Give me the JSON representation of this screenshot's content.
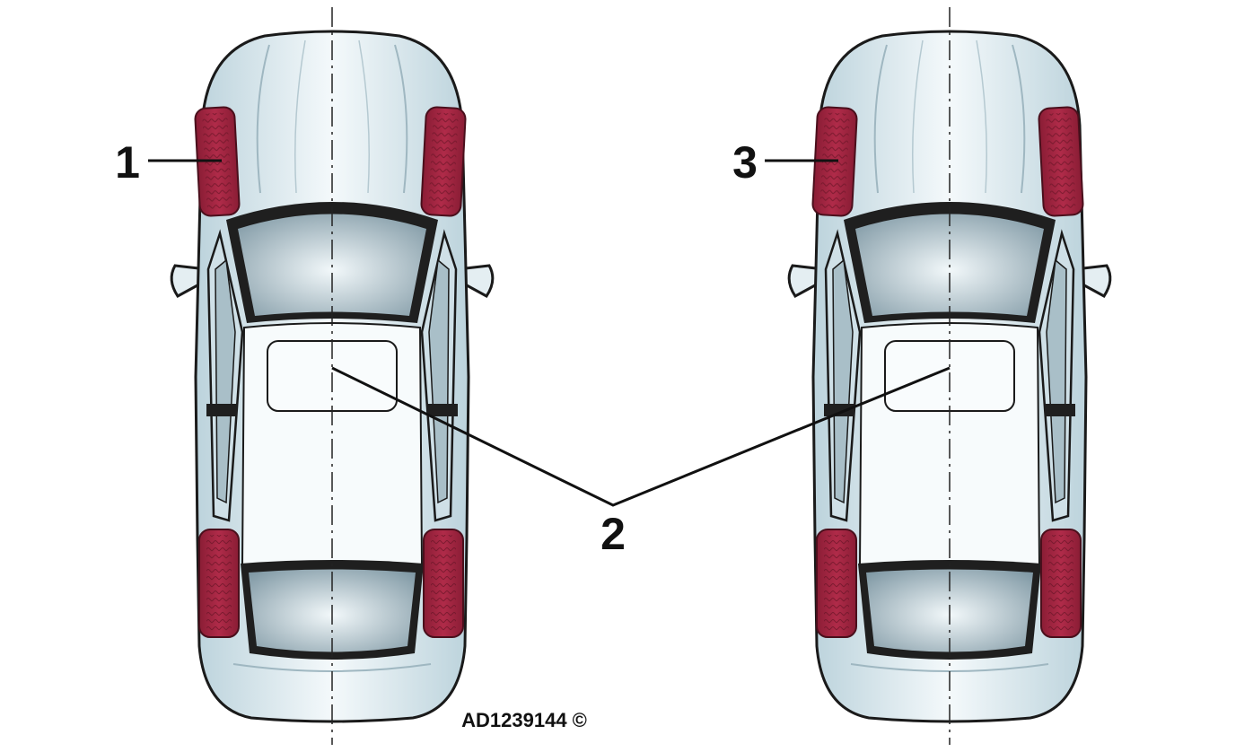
{
  "callouts": {
    "one": "1",
    "two": "2",
    "three": "3"
  },
  "figure_code": "AD1239144 ©",
  "colors": {
    "body": "#d8e8ee",
    "body_light": "#f2f8fa",
    "glass_light": "#eef5f8",
    "glass_dark": "#8fa7b2",
    "outline": "#1a1a1a",
    "tire": "#a3243f",
    "tire_dark": "#7a1a2e"
  }
}
